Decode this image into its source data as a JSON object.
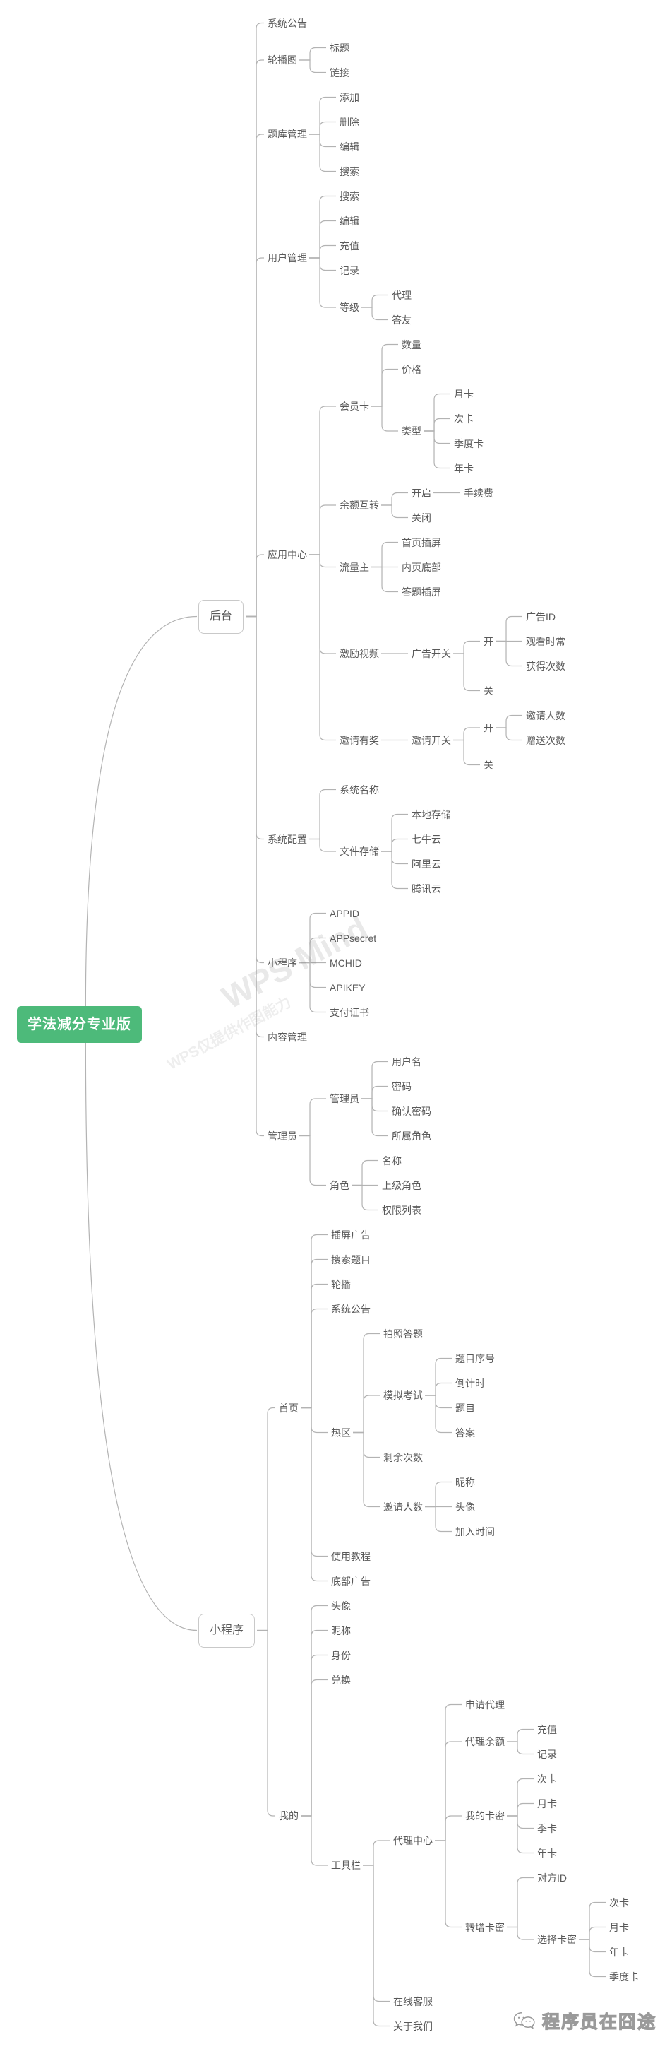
{
  "colors": {
    "root_bg": "#4dba7a",
    "root_text": "#ffffff",
    "label_text": "#595959",
    "line_color": "#b3b3b3",
    "box_border": "#c9c9c9"
  },
  "watermarks": {
    "center_main": "WPS Mind",
    "center_sub": "WPS仅提供作图能力",
    "footer_text": "程序员在囧途",
    "footer_icon": "wechat-icon"
  },
  "tree": {
    "label": "学法减分专业版",
    "children": [
      {
        "label": "后台",
        "children": [
          {
            "label": "系统公告"
          },
          {
            "label": "轮播图",
            "children": [
              {
                "label": "标题"
              },
              {
                "label": "链接"
              }
            ]
          },
          {
            "label": "题库管理",
            "children": [
              {
                "label": "添加"
              },
              {
                "label": "删除"
              },
              {
                "label": "编辑"
              },
              {
                "label": "搜索"
              }
            ]
          },
          {
            "label": "用户管理",
            "children": [
              {
                "label": "搜索"
              },
              {
                "label": "编辑"
              },
              {
                "label": "充值"
              },
              {
                "label": "记录"
              },
              {
                "label": "等级",
                "children": [
                  {
                    "label": "代理"
                  },
                  {
                    "label": "答友"
                  }
                ]
              }
            ]
          },
          {
            "label": "应用中心",
            "children": [
              {
                "label": "会员卡",
                "children": [
                  {
                    "label": "数量"
                  },
                  {
                    "label": "价格"
                  },
                  {
                    "label": "类型",
                    "children": [
                      {
                        "label": "月卡"
                      },
                      {
                        "label": "次卡"
                      },
                      {
                        "label": "季度卡"
                      },
                      {
                        "label": "年卡"
                      }
                    ]
                  }
                ]
              },
              {
                "label": "余额互转",
                "children": [
                  {
                    "label": "开启",
                    "children": [
                      {
                        "label": "手续费"
                      }
                    ]
                  },
                  {
                    "label": "关闭"
                  }
                ]
              },
              {
                "label": "流量主",
                "children": [
                  {
                    "label": "首页插屏"
                  },
                  {
                    "label": "内页底部"
                  },
                  {
                    "label": "答题插屏"
                  }
                ]
              },
              {
                "label": "激励视频",
                "children": [
                  {
                    "label": "广告开关",
                    "children": [
                      {
                        "label": "开",
                        "children": [
                          {
                            "label": "广告ID"
                          },
                          {
                            "label": "观看时常"
                          },
                          {
                            "label": "获得次数"
                          }
                        ]
                      },
                      {
                        "label": "关"
                      }
                    ]
                  }
                ]
              },
              {
                "label": "邀请有奖",
                "children": [
                  {
                    "label": "邀请开关",
                    "children": [
                      {
                        "label": "开",
                        "children": [
                          {
                            "label": "邀请人数"
                          },
                          {
                            "label": "赠送次数"
                          }
                        ]
                      },
                      {
                        "label": "关"
                      }
                    ]
                  }
                ]
              }
            ]
          },
          {
            "label": "系统配置",
            "children": [
              {
                "label": "系统名称"
              },
              {
                "label": "文件存储",
                "children": [
                  {
                    "label": "本地存储"
                  },
                  {
                    "label": "七牛云"
                  },
                  {
                    "label": "阿里云"
                  },
                  {
                    "label": "腾讯云"
                  }
                ]
              }
            ]
          },
          {
            "label": "小程序",
            "children": [
              {
                "label": "APPID"
              },
              {
                "label": "APPsecret"
              },
              {
                "label": "MCHID"
              },
              {
                "label": "APIKEY"
              },
              {
                "label": "支付证书"
              }
            ]
          },
          {
            "label": "内容管理"
          },
          {
            "label": "管理员",
            "children": [
              {
                "label": "管理员",
                "children": [
                  {
                    "label": "用户名"
                  },
                  {
                    "label": "密码"
                  },
                  {
                    "label": "确认密码"
                  },
                  {
                    "label": "所属角色"
                  }
                ]
              },
              {
                "label": "角色",
                "children": [
                  {
                    "label": "名称"
                  },
                  {
                    "label": "上级角色"
                  },
                  {
                    "label": "权限列表"
                  }
                ]
              }
            ]
          }
        ]
      },
      {
        "label": "小程序",
        "children": [
          {
            "label": "首页",
            "children": [
              {
                "label": "插屏广告"
              },
              {
                "label": "搜索题目"
              },
              {
                "label": "轮播"
              },
              {
                "label": "系统公告"
              },
              {
                "label": "热区",
                "children": [
                  {
                    "label": "拍照答题"
                  },
                  {
                    "label": "模拟考试",
                    "children": [
                      {
                        "label": "题目序号"
                      },
                      {
                        "label": "倒计时"
                      },
                      {
                        "label": "题目"
                      },
                      {
                        "label": "答案"
                      }
                    ]
                  },
                  {
                    "label": "剩余次数"
                  },
                  {
                    "label": "邀请人数",
                    "children": [
                      {
                        "label": "昵称"
                      },
                      {
                        "label": "头像"
                      },
                      {
                        "label": "加入时间"
                      }
                    ]
                  }
                ]
              },
              {
                "label": "使用教程"
              },
              {
                "label": "底部广告"
              }
            ]
          },
          {
            "label": "我的",
            "children": [
              {
                "label": "头像"
              },
              {
                "label": "昵称"
              },
              {
                "label": "身份"
              },
              {
                "label": "兑换"
              },
              {
                "label": "工具栏",
                "children": [
                  {
                    "label": "代理中心",
                    "children": [
                      {
                        "label": "申请代理"
                      },
                      {
                        "label": "代理余额",
                        "children": [
                          {
                            "label": "充值"
                          },
                          {
                            "label": "记录"
                          }
                        ]
                      },
                      {
                        "label": "我的卡密",
                        "children": [
                          {
                            "label": "次卡"
                          },
                          {
                            "label": "月卡"
                          },
                          {
                            "label": "季卡"
                          },
                          {
                            "label": "年卡"
                          }
                        ]
                      },
                      {
                        "label": "转增卡密",
                        "children": [
                          {
                            "label": "对方ID"
                          },
                          {
                            "label": "选择卡密",
                            "children": [
                              {
                                "label": "次卡"
                              },
                              {
                                "label": "月卡"
                              },
                              {
                                "label": "年卡"
                              },
                              {
                                "label": "季度卡"
                              }
                            ]
                          }
                        ]
                      }
                    ]
                  },
                  {
                    "label": "在线客服"
                  },
                  {
                    "label": "关于我们"
                  }
                ]
              }
            ]
          }
        ]
      }
    ]
  }
}
